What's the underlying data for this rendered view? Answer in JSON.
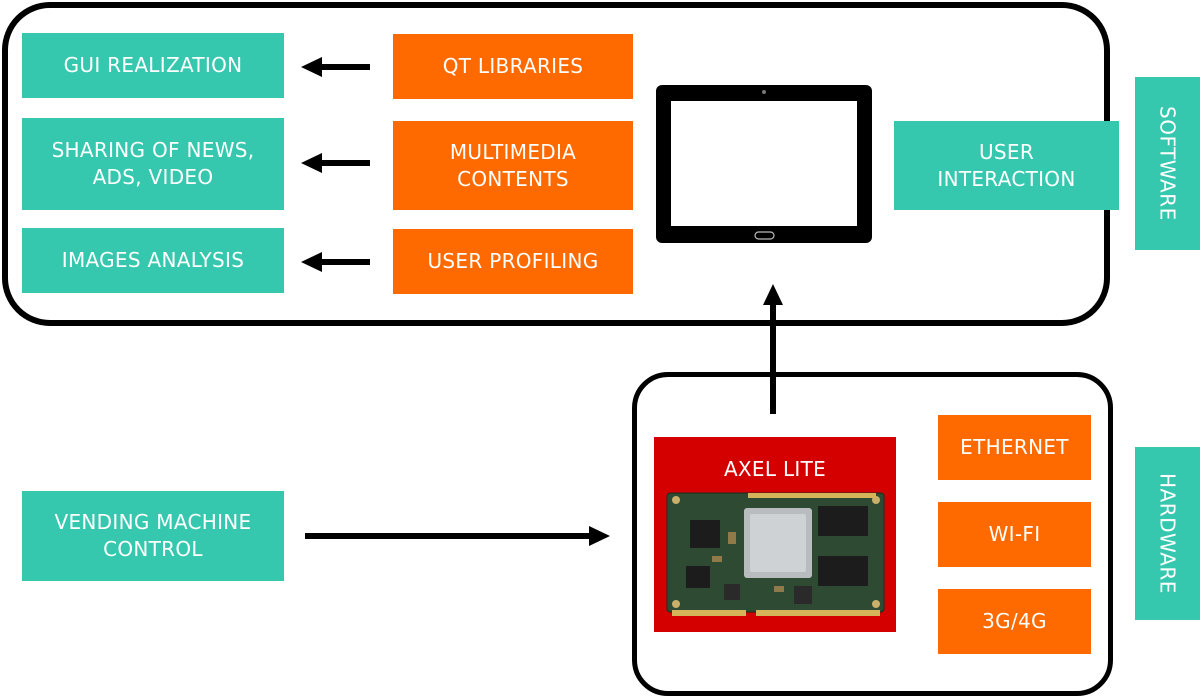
{
  "software": {
    "label": "SOFTWARE",
    "outputs": {
      "gui": "GUI REALIZATION",
      "sharing": "SHARING OF NEWS,\nADS, VIDEO",
      "images": "IMAGES ANALYSIS"
    },
    "sources": {
      "qt": "QT LIBRARIES",
      "multimedia": "MULTIMEDIA\nCONTENTS",
      "profiling": "USER PROFILING"
    },
    "user_interaction": "USER\nINTERACTION"
  },
  "hardware": {
    "label": "HARDWARE",
    "board_title": "AXEL LITE",
    "connectivity": {
      "ethernet": "ETHERNET",
      "wifi": "WI-FI",
      "cellular": "3G/4G"
    }
  },
  "vending": "VENDING MACHINE\nCONTROL",
  "colors": {
    "teal": "#35c8ae",
    "orange": "#ff6a00",
    "board_red": "#d40000",
    "frame": "#000000"
  },
  "icons": {
    "tablet": "tablet-icon",
    "module": "som-module-image"
  }
}
